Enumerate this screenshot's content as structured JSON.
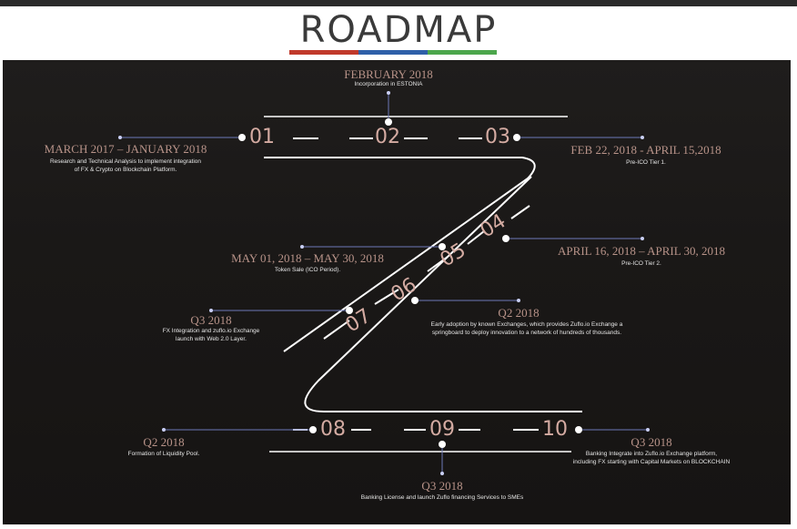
{
  "header": {
    "title": "ROADMAP"
  },
  "milestones": [
    {
      "num": "01",
      "date": "MARCH 2017  –  JANUARY 2018",
      "desc": "Research and Technical Analysis to implement integration",
      "desc2": "of FX & Crypto on Blockchain Platform."
    },
    {
      "num": "02",
      "date": "FEBRUARY 2018",
      "desc": "Incorporation in ESTONIA"
    },
    {
      "num": "03",
      "date": "FEB 22, 2018 - APRIL 15,2018",
      "desc": "Pre-ICO Tier 1."
    },
    {
      "num": "04",
      "date": "APRIL 16, 2018  –  APRIL 30, 2018",
      "desc": "Pre-ICO Tier 2."
    },
    {
      "num": "05",
      "date": "MAY 01, 2018  –  MAY 30, 2018",
      "desc": "Token Sale (ICO Period)."
    },
    {
      "num": "06",
      "date": "Q2 2018",
      "desc": "Early adoption by known Exchanges, which provides Zuflo.io Exchange a",
      "desc2": "springboard to deploy innovation to a network of hundreds of thousands."
    },
    {
      "num": "07",
      "date": "Q3 2018",
      "desc": "FX Integration and zuflo.io Exchange",
      "desc2": "launch with Web 2.0 Layer."
    },
    {
      "num": "08",
      "date": "Q2 2018",
      "desc": "Formation of Liquidity Pool."
    },
    {
      "num": "09",
      "date": "Q3 2018",
      "desc": "Banking License and launch Zuflo financing Services to SMEs"
    },
    {
      "num": "10",
      "date": "Q3 2018",
      "desc": "Banking Integrate into Zuflo.io Exchange platform,",
      "desc2": "including FX starting with Capital Markets on BLOCKCHAIN"
    }
  ]
}
